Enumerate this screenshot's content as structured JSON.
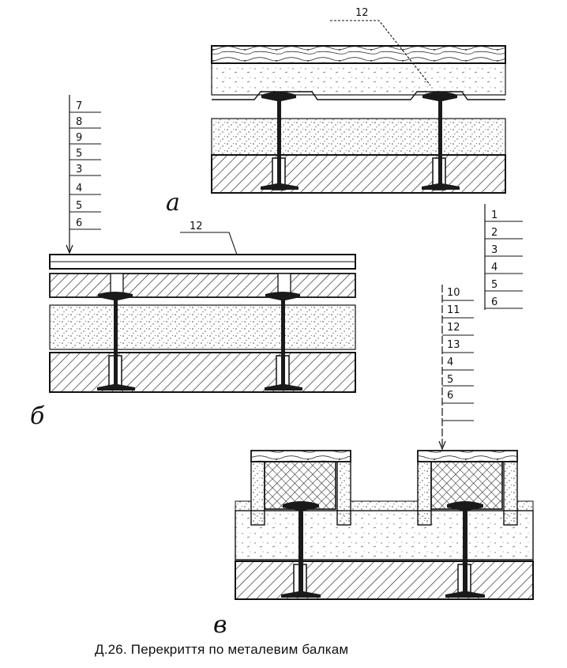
{
  "caption": "Д.26. Перекриття по металевим балкам",
  "section_a": {
    "letter": "а",
    "top_ref": "12",
    "legend": [
      "1",
      "2",
      "3",
      "4",
      "5",
      "6"
    ]
  },
  "section_b": {
    "letter": "б",
    "top_ref": "12",
    "legend": [
      "7",
      "8",
      "9",
      "5",
      "3",
      "4",
      "5",
      "6"
    ]
  },
  "section_v": {
    "letter": "в",
    "legend": [
      "10",
      "11",
      "12",
      "13",
      "4",
      "5",
      "6"
    ]
  },
  "colors": {
    "ink": "#111111",
    "paper": "#ffffff",
    "speckle": "#555555"
  }
}
